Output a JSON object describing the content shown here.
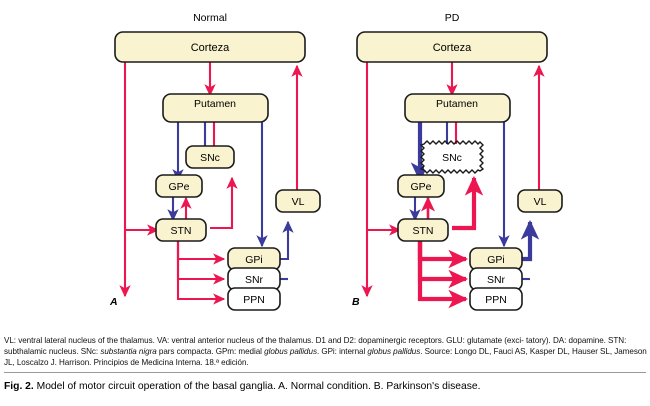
{
  "figure": {
    "panels": [
      {
        "id": "A",
        "title": "Normal",
        "letter": "A",
        "nodes": [
          {
            "key": "corteza",
            "label": "Corteza"
          },
          {
            "key": "putamen",
            "label": "Putamen"
          },
          {
            "key": "snc",
            "label": "SNc"
          },
          {
            "key": "gpe",
            "label": "GPe"
          },
          {
            "key": "stn",
            "label": "STN"
          },
          {
            "key": "vl",
            "label": "VL"
          },
          {
            "key": "gpi",
            "label": "GPi"
          },
          {
            "key": "snr",
            "label": "SNr"
          },
          {
            "key": "ppn",
            "label": "PPN"
          }
        ]
      },
      {
        "id": "B",
        "title": "PD",
        "letter": "B",
        "nodes": [
          {
            "key": "corteza",
            "label": "Corteza"
          },
          {
            "key": "putamen",
            "label": "Putamen"
          },
          {
            "key": "snc",
            "label": "SNc"
          },
          {
            "key": "gpe",
            "label": "GPe"
          },
          {
            "key": "stn",
            "label": "STN"
          },
          {
            "key": "vl",
            "label": "VL"
          },
          {
            "key": "gpi",
            "label": "GPi"
          },
          {
            "key": "snr",
            "label": "SNr"
          },
          {
            "key": "ppn",
            "label": "PPN"
          }
        ]
      }
    ],
    "colors": {
      "excitatory_arrow": "#EC1651",
      "inhibitory_arrow": "#3B3B9E",
      "box_fill_cream": "#FAF3CF",
      "box_fill_white": "#FFFFFF",
      "box_stroke": "#1a1a1a"
    },
    "footnote": {
      "line1_a": "VL: ventral lateral nucleus of the thalamus. VA: ventral anterior nucleus of the thalamus. D1 and D2: dopaminergic receptors. GLU: glutamate (exci-",
      "line2_a": "tatory). DA: dopamine. STN: subthalamic nucleus. SNc: ",
      "line2_i1": "substantia nigra",
      "line2_b": " pars compacta. GPm: medial ",
      "line2_i2": "globus pallidus",
      "line2_c": ". GPi: internal ",
      "line2_i3": "globus pallidus",
      "line2_d": ".",
      "line3": "Source: Longo DL, Fauci AS, Kasper DL, Hauser SL, Jameson JL, Loscalzo J. Harrison. Principios de Medicina Interna. 18.ª edición."
    },
    "caption": {
      "label": "Fig. 2.",
      "text": "Model of motor circuit operation of the basal ganglia. A. Normal condition. B. Parkinson's disease."
    }
  }
}
